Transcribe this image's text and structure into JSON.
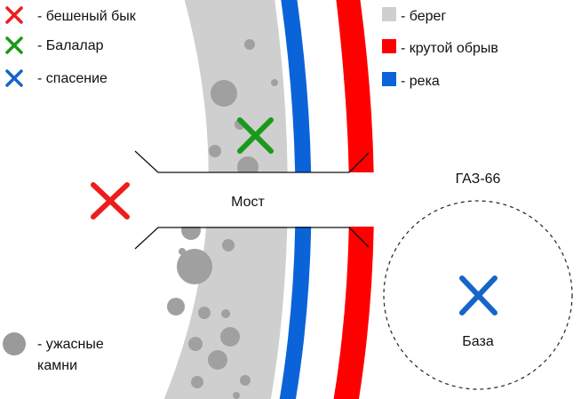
{
  "legend_left": {
    "items": [
      {
        "label": "- бешеный бык",
        "icon": "red-cross-icon",
        "color": "#ee1c1c"
      },
      {
        "label": "- Балалар",
        "icon": "green-cross-icon",
        "color": "#1a9a1a"
      },
      {
        "label": "- спасение",
        "icon": "blue-cross-icon",
        "color": "#1466c8"
      }
    ]
  },
  "legend_right": {
    "items": [
      {
        "label": "- берег",
        "icon": "grey-square-icon",
        "color": "#cfcfcf"
      },
      {
        "label": "- крутой обрыв",
        "icon": "red-square-icon",
        "color": "#ff0000"
      },
      {
        "label": "- река",
        "icon": "blue-square-icon",
        "color": "#0b63d9"
      }
    ]
  },
  "rocks_legend": {
    "line1": "- ужасные",
    "line2": "камни",
    "icon": "grey-circle-icon",
    "color": "#9a9a9a"
  },
  "map": {
    "bridge_label": "Мост",
    "vehicle_label": "ГАЗ-66",
    "base_label": "База",
    "colors": {
      "shore": "#cfcfcf",
      "cliff": "#ff0000",
      "river": "#0b63d9",
      "rock": "#a0a0a0"
    }
  }
}
